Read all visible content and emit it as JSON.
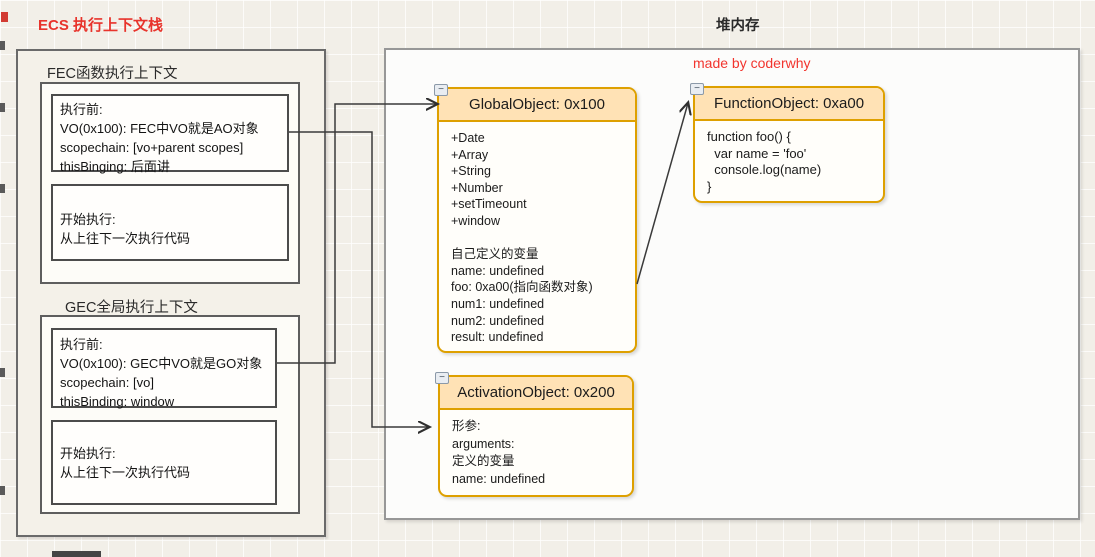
{
  "stack": {
    "title": "ECS 执行上下文栈",
    "fec": {
      "label": "FEC函数执行上下文",
      "before": [
        "执行前:",
        "VO(0x100): FEC中VO就是AO对象",
        "scopechain: [vo+parent scopes]",
        "thisBinging: 后面讲"
      ],
      "start": [
        "开始执行:",
        "从上往下一次执行代码"
      ]
    },
    "gec": {
      "label": "GEC全局执行上下文",
      "before": [
        "执行前:",
        "VO(0x100): GEC中VO就是GO对象",
        "scopechain: [vo]",
        "thisBinding: window"
      ],
      "start": [
        "开始执行:",
        "从上往下一次执行代码"
      ]
    }
  },
  "heap": {
    "title": "堆内存",
    "watermark": "made by coderwhy",
    "global_object": {
      "title": "GlobalObject: 0x100",
      "lines": [
        "+Date",
        "+Array",
        "+String",
        "+Number",
        "+setTimeount",
        "+window",
        "",
        "自己定义的变量",
        "name: undefined",
        "foo: 0xa00(指向函数对象)",
        "num1: undefined",
        "num2: undefined",
        "result: undefined"
      ]
    },
    "function_object": {
      "title": "FunctionObject: 0xa00",
      "lines": [
        "function foo() {",
        "  var name = 'foo'",
        "  console.log(name)",
        "}"
      ]
    },
    "activation_object": {
      "title": "ActivationObject: 0x200",
      "lines": [
        "形参:",
        "arguments:",
        "定义的变量",
        "name: undefined"
      ]
    }
  },
  "icons": {
    "collapse": "−"
  },
  "colors": {
    "title_red": "#e8342c",
    "watermark_red": "#f2352e",
    "object_border": "#dea000",
    "object_header_bg": "#ffe2b5",
    "connector": "#3a3a3a"
  }
}
